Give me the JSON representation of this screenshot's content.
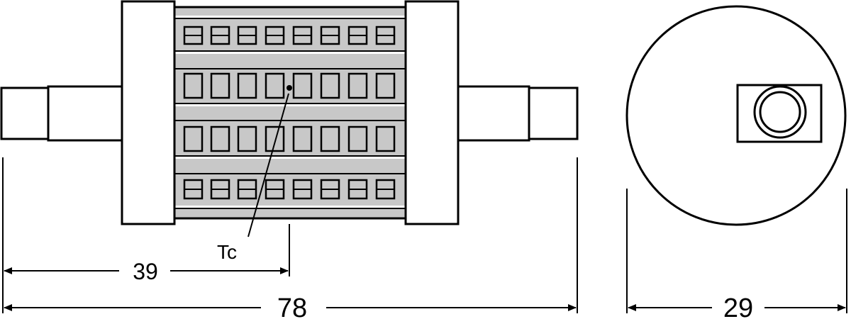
{
  "labels": {
    "tc": "Tc",
    "half_length": "39",
    "total_length": "78",
    "diameter": "29"
  },
  "colors": {
    "line": "#000000",
    "tube_fill": "#c8c8c8",
    "background": "#ffffff"
  }
}
